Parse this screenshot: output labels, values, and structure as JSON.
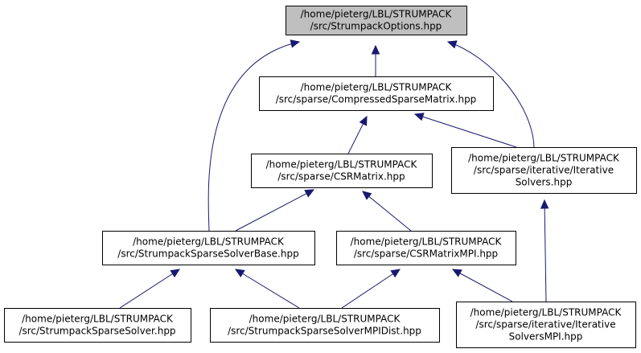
{
  "nodes": [
    {
      "id": "opts",
      "lines": [
        "/home/pieterg/LBL/STRUMPACK",
        "/src/StrumpackOptions.hpp"
      ],
      "highlight": true
    },
    {
      "id": "csm",
      "lines": [
        "/home/pieterg/LBL/STRUMPACK",
        "/src/sparse/CompressedSparseMatrix.hpp"
      ]
    },
    {
      "id": "csr",
      "lines": [
        "/home/pieterg/LBL/STRUMPACK",
        "/src/sparse/CSRMatrix.hpp"
      ]
    },
    {
      "id": "iter",
      "lines": [
        "/home/pieterg/LBL/STRUMPACK",
        "/src/sparse/iterative/Iterative",
        "Solvers.hpp"
      ]
    },
    {
      "id": "base",
      "lines": [
        "/home/pieterg/LBL/STRUMPACK",
        "/src/StrumpackSparseSolverBase.hpp"
      ]
    },
    {
      "id": "csrmpi",
      "lines": [
        "/home/pieterg/LBL/STRUMPACK",
        "/src/sparse/CSRMatrixMPI.hpp"
      ]
    },
    {
      "id": "solver",
      "lines": [
        "/home/pieterg/LBL/STRUMPACK",
        "/src/StrumpackSparseSolver.hpp"
      ]
    },
    {
      "id": "mpidist",
      "lines": [
        "/home/pieterg/LBL/STRUMPACK",
        "/src/StrumpackSparseSolverMPIDist.hpp"
      ]
    },
    {
      "id": "itermpi",
      "lines": [
        "/home/pieterg/LBL/STRUMPACK",
        "/src/sparse/iterative/Iterative",
        "SolversMPI.hpp"
      ]
    }
  ],
  "edges": [
    {
      "from": "csm",
      "to": "opts"
    },
    {
      "from": "base",
      "to": "opts"
    },
    {
      "from": "iter",
      "to": "opts"
    },
    {
      "from": "csr",
      "to": "csm"
    },
    {
      "from": "iter",
      "to": "csm"
    },
    {
      "from": "base",
      "to": "csr"
    },
    {
      "from": "csrmpi",
      "to": "csr"
    },
    {
      "from": "itermpi",
      "to": "iter"
    },
    {
      "from": "solver",
      "to": "base"
    },
    {
      "from": "mpidist",
      "to": "base"
    },
    {
      "from": "mpidist",
      "to": "csrmpi"
    },
    {
      "from": "itermpi",
      "to": "csrmpi"
    }
  ],
  "colors": {
    "edge": "#191970",
    "highlight_fill": "#bfbfbf",
    "node_fill": "#ffffff",
    "border": "#000000"
  }
}
